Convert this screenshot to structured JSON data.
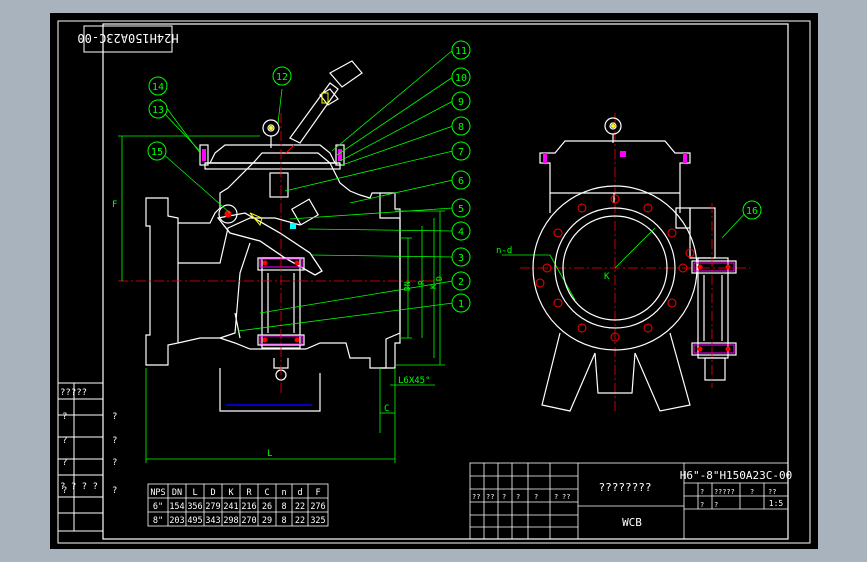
{
  "drawing_code_mirrored": "H24H150A23C-00",
  "drawing_code": "H6\"-8\"H150A23C-00",
  "title_block": {
    "name": "????????",
    "material": "WCB",
    "scale": "1:5",
    "header_cells": [
      "?",
      "?",
      "????",
      "?",
      "??"
    ],
    "row_cells_a": [
      "??",
      "??",
      "?",
      "?",
      "?",
      "?",
      "??"
    ],
    "row_cells_b": [
      "?",
      "?"
    ]
  },
  "left_column": [
    "?????",
    "?",
    "?",
    "?",
    "?",
    "?",
    "?",
    "? ? ? ?",
    "?",
    "?"
  ],
  "callouts": [
    "1",
    "2",
    "3",
    "4",
    "5",
    "6",
    "7",
    "8",
    "9",
    "10",
    "11",
    "12",
    "13",
    "14",
    "15",
    "16"
  ],
  "dimensions": {
    "F": "F",
    "DN": "DN",
    "R": "R",
    "K": "K",
    "D": "D",
    "L": "L",
    "C": "C",
    "chamfer": "L6X45°",
    "bolts": "n-d"
  },
  "table": {
    "headers": [
      "NPS",
      "DN",
      "L",
      "D",
      "K",
      "R",
      "C",
      "n",
      "d",
      "F"
    ],
    "rows": [
      [
        "6\"",
        "154",
        "356",
        "279",
        "241",
        "216",
        "26",
        "8",
        "22",
        "276"
      ],
      [
        "8\"",
        "203",
        "495",
        "343",
        "298",
        "270",
        "29",
        "8",
        "22",
        "325"
      ]
    ]
  }
}
